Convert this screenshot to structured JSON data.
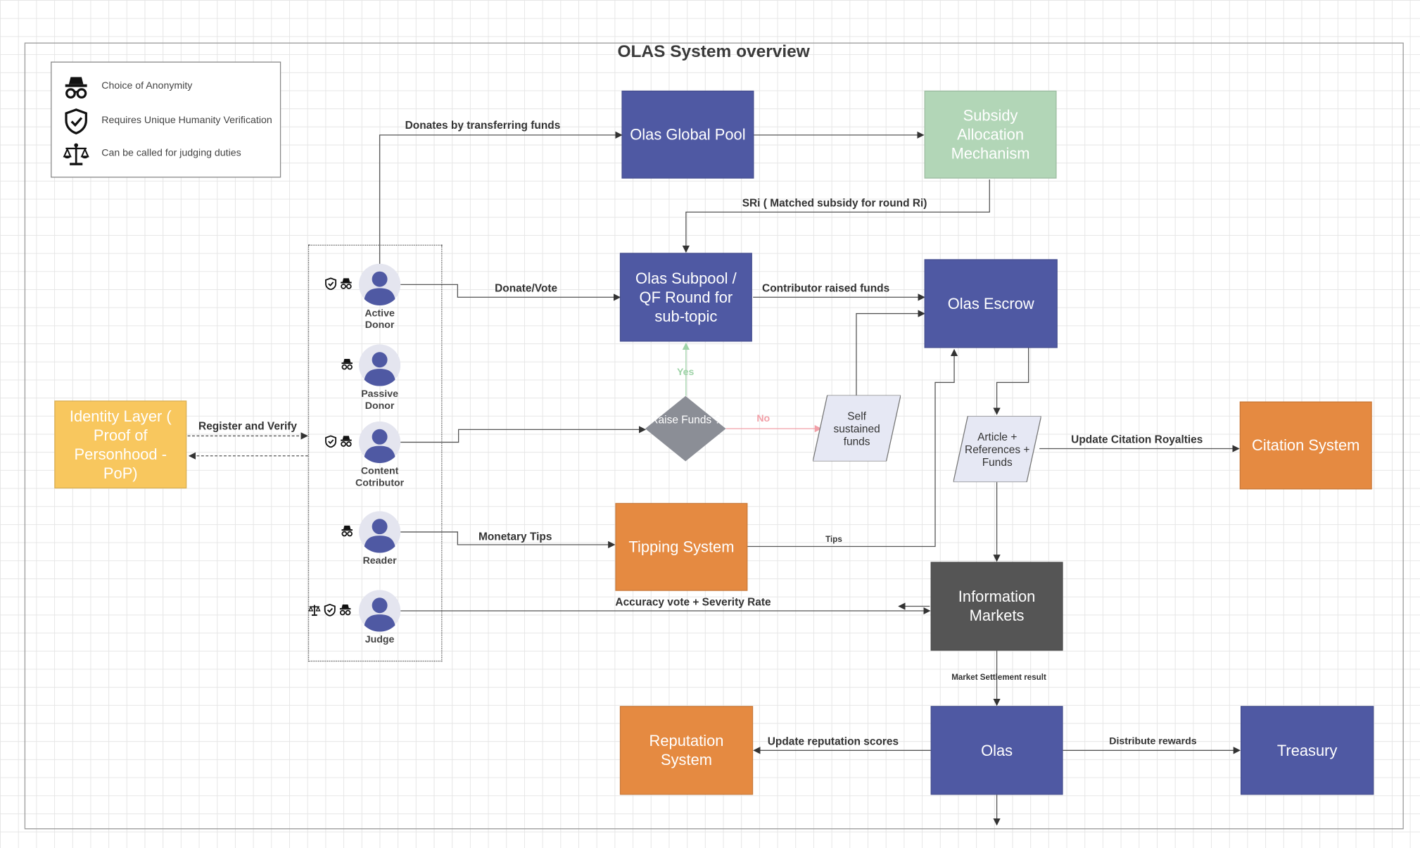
{
  "title": "OLAS System overview",
  "legend": [
    {
      "icon": "anonymity-icon",
      "text": "Choice of Anonymity"
    },
    {
      "icon": "shield-check-icon",
      "text": "Requires Unique Humanity Verification"
    },
    {
      "icon": "scales-icon",
      "text": "Can be called for judging duties"
    }
  ],
  "actors": [
    {
      "name": "Active\nDonor"
    },
    {
      "name": "Passive\nDonor"
    },
    {
      "name": "Content\nCotributor"
    },
    {
      "name": "Reader"
    },
    {
      "name": "Judge"
    }
  ],
  "boxes": {
    "global_pool": "Olas Global Pool",
    "subsidy": "Subsidy Allocation Mechanism",
    "subpool": "Olas Subpool / QF Round for sub-topic",
    "escrow": "Olas Escrow",
    "identity": "Identity Layer ( Proof of Personhood - PoP)",
    "tipping": "Tipping System",
    "citation": "Citation System",
    "markets": "Information Markets",
    "reputation": "Reputation System",
    "olas": "Olas",
    "treasury": "Treasury"
  },
  "decision": {
    "text": "Raise Funds ?",
    "yes": "Yes",
    "no": "No"
  },
  "parallelograms": {
    "self_sustained": "Self sustained funds",
    "article": "Article + References + Funds"
  },
  "edges": {
    "donates": "Donates by transferring funds",
    "sri": "SRi ( Matched subsidy for round Ri)",
    "donate_vote": "Donate/Vote",
    "contributor_raised": "Contributor raised funds",
    "register": "Register and Verify",
    "update_citation": "Update Citation Royalties",
    "monetary_tips": "Monetary Tips",
    "tips": "Tips",
    "accuracy": "Accuracy vote + Severity Rate",
    "settlement": "Market Settlement result",
    "update_reputation": "Update reputation scores",
    "distribute": "Distribute rewards"
  },
  "colors": {
    "blue": "#4f59a3",
    "green": "#b2d6b7",
    "orange": "#e58a41",
    "yellow": "#f8c75e",
    "gray": "#555555",
    "yes": "#9fd3a8",
    "no": "#f2a0a8"
  }
}
